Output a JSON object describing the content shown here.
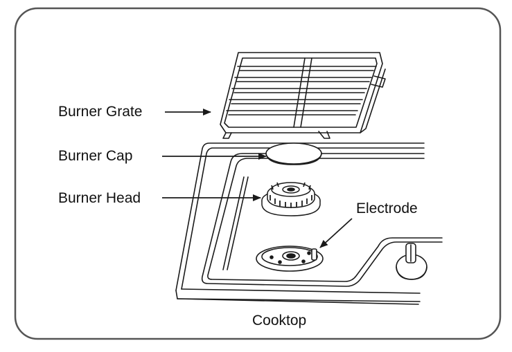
{
  "labels": {
    "burner_grate": "Burner Grate",
    "burner_cap": "Burner Cap",
    "burner_head": "Burner Head",
    "electrode": "Electrode",
    "cooktop": "Cooktop"
  },
  "colors": {
    "stroke": "#1a1a1a",
    "frame": "#555555",
    "fill": "#ffffff",
    "shade": "#d9d9d9"
  }
}
